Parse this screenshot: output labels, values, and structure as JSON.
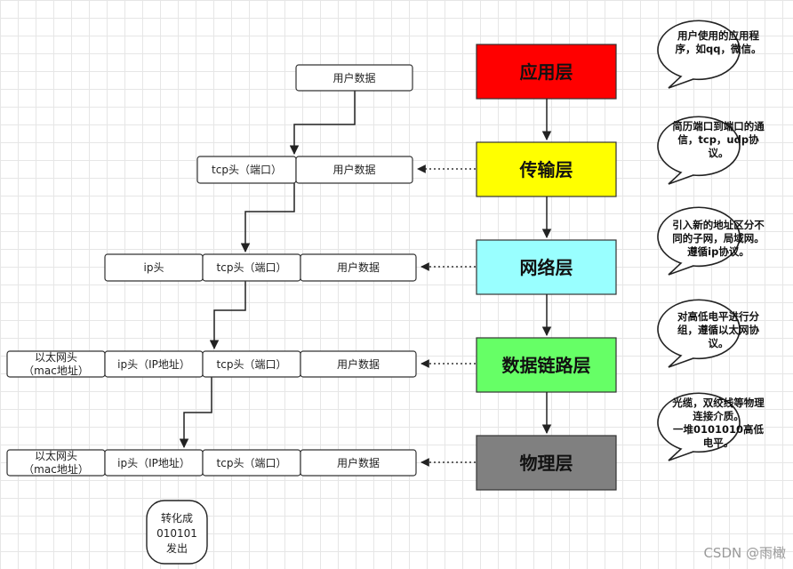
{
  "layers": [
    {
      "label": "应用层",
      "color": "#ff0000"
    },
    {
      "label": "传输层",
      "color": "#ffff00"
    },
    {
      "label": "网络层",
      "color": "#99ffff"
    },
    {
      "label": "数据链路层",
      "color": "#66ff66"
    },
    {
      "label": "物理层",
      "color": "#808080"
    }
  ],
  "bubbles": [
    [
      "用户使用的应用程",
      "序，如qq，微信。"
    ],
    [
      "简历端口到端口的通",
      "信，tcp，udp协",
      "议。"
    ],
    [
      "引入新的地址区分不",
      "同的子网，局域网。",
      "遵循ip协议。"
    ],
    [
      "对高低电平进行分",
      "组，遵循以太网协",
      "议。"
    ],
    [
      "光缆，双绞线等物理",
      "连接介质。",
      "一堆0101010高低",
      "电平。"
    ]
  ],
  "segments": {
    "user_data": "用户数据",
    "tcp_header": "tcp头（端口）",
    "ip_header": "ip头",
    "ip_header_addr": "ip头（IP地址）",
    "eth_header": [
      "以太网头",
      "（mac地址）"
    ]
  },
  "note": [
    "转化成",
    "010101",
    "发出"
  ],
  "watermark": "CSDN @雨橄"
}
